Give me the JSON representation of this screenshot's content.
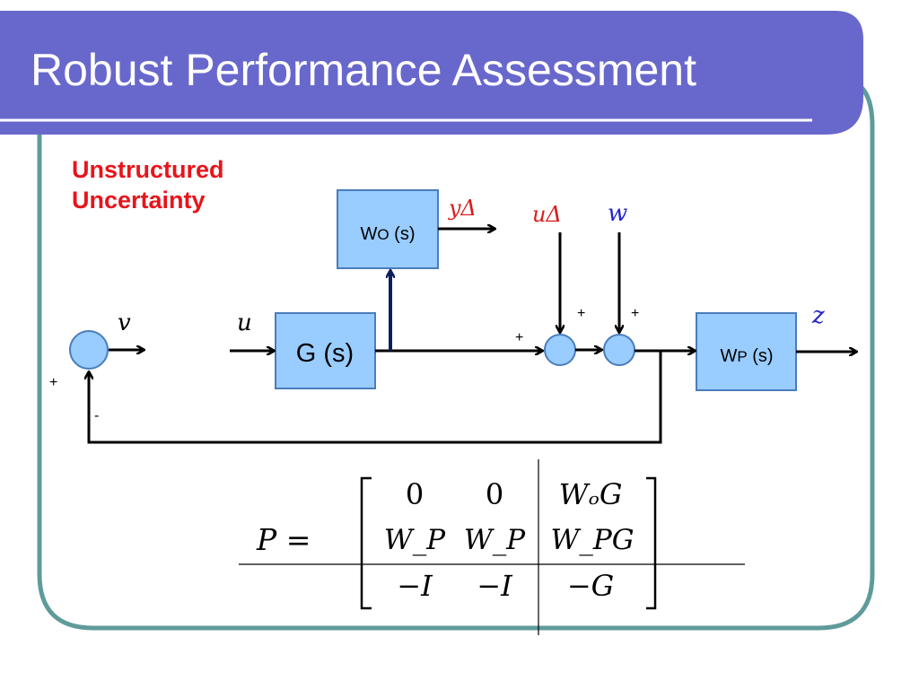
{
  "slide": {
    "title": "Robust Performance Assessment",
    "subtitle_line1": "Unstructured",
    "subtitle_line2": "Uncertainty"
  },
  "colors": {
    "title_bar": "#6868cc",
    "frame_border": "#5f9b9b",
    "block_fill": "#99ccff",
    "subtitle": "#e8141b",
    "blue_label": "#2424c8",
    "red_label": "#d81c1c"
  },
  "diagram": {
    "blocks": {
      "g": {
        "prefix": "G (s)"
      },
      "wo": {
        "name": "W",
        "sub": "O",
        "arg": " (s)"
      },
      "wp": {
        "name": "W",
        "sub": "P",
        "arg": " (s)"
      }
    },
    "signals": {
      "v": "v",
      "u": "u",
      "z": "z",
      "w": "w",
      "y_delta": "yΔ",
      "u_delta": "uΔ"
    },
    "signs": {
      "sum1_feedback_plus": "+",
      "sum1_feedback_minus": "-",
      "sum2_left": "+",
      "sum2_top": "+",
      "sum3_top": "+"
    }
  },
  "matrix": {
    "lhs": "P =",
    "rows": [
      [
        "0",
        "0",
        "WₒG"
      ],
      [
        "W_P",
        "W_P",
        "W_PG"
      ],
      [
        "−I",
        "−I",
        "−G"
      ]
    ]
  }
}
